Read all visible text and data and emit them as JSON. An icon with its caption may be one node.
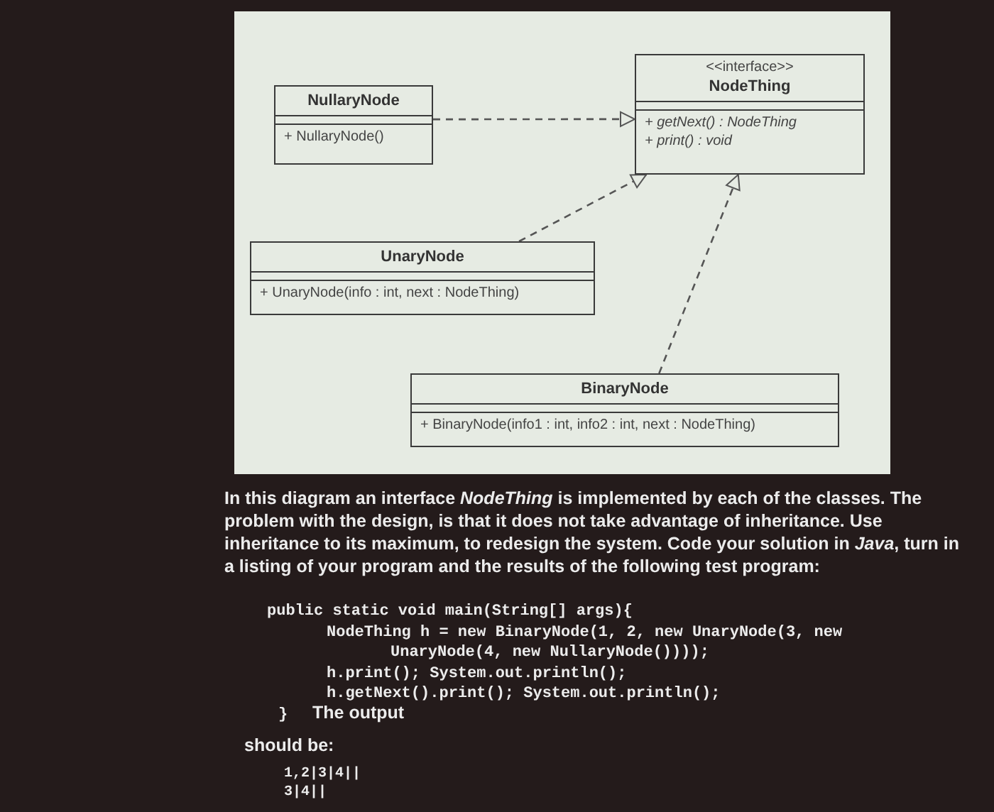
{
  "diagram": {
    "nodes": [
      {
        "text": [
          "<<interface>>",
          "NodeThing",
          "+ getNext() : NodeThing",
          "+ print() : void"
        ]
      },
      {
        "text": [
          "NullaryNode",
          "+ NullaryNode()"
        ]
      },
      {
        "text": [
          "UnaryNode",
          "+ UnaryNode(info : int, next : NodeThing)"
        ]
      },
      {
        "text": [
          "BinaryNode",
          "+ BinaryNode(info1 : int, info2 : int, next : NodeThing)"
        ]
      }
    ],
    "edges": [
      {
        "from": 1,
        "to": 0,
        "arrow": "to",
        "style": "dashed"
      },
      {
        "from": 2,
        "to": 0,
        "arrow": "to",
        "style": "dashed"
      },
      {
        "from": 3,
        "to": 0,
        "arrow": "to",
        "style": "dashed"
      }
    ],
    "labels": [
      "In this diagram an interface *NodeThing* is implemented by each of the classes. The problem with the design, is that it does not take advantage of inheritance. Use inheritance to its maximum, to redesign the system. Code your solution in *Java*, turn in a listing of your program and the results of the following test program:",
      "public static void main(String[] args){",
      "NodeThing h = new BinaryNode(1, 2, new UnaryNode(3, new UnaryNode(4, new NullaryNode())));",
      "h.print(); System.out.println();",
      "h.getNext().print(); System.out.println();",
      "}",
      "The output",
      "should be:",
      "1,2|3|4||",
      "3|4||"
    ]
  }
}
